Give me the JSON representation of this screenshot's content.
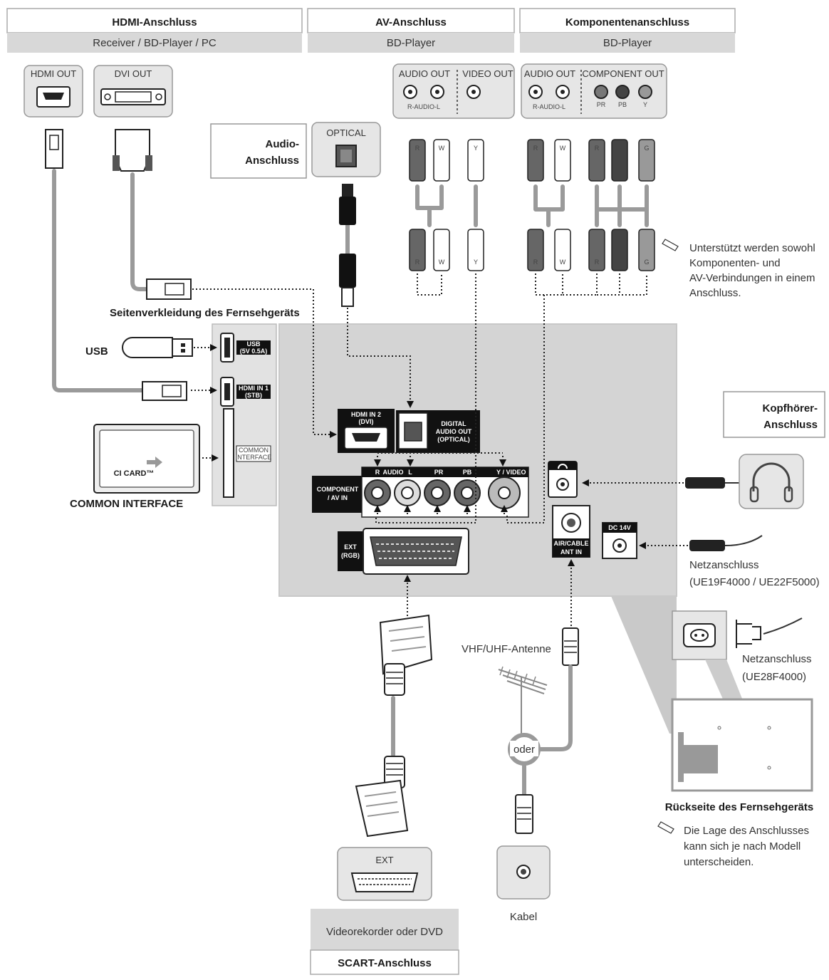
{
  "headers": {
    "hdmi": {
      "title": "HDMI-Anschluss",
      "subtitle": "Receiver / BD-Player / PC"
    },
    "av": {
      "title": "AV-Anschluss",
      "subtitle": "BD-Player"
    },
    "component": {
      "title": "Komponentenanschluss",
      "subtitle": "BD-Player"
    }
  },
  "devices": {
    "hdmi_out": "HDMI OUT",
    "dvi_out": "DVI OUT",
    "audio_out": "AUDIO OUT",
    "video_out": "VIDEO OUT",
    "component_out": "COMPONENT OUT",
    "r_audio_l": "R-AUDIO-L",
    "pr": "PR",
    "pb": "PB",
    "y": "Y",
    "optical": "OPTICAL"
  },
  "plugs": {
    "r": "R",
    "w": "W",
    "y": "Y",
    "b": "B",
    "g": "G"
  },
  "labels": {
    "audio_anschluss_line1": "Audio-",
    "audio_anschluss_line2": "Anschluss",
    "seitenverkleidung": "Seitenverkleidung des Fernsehgeräts",
    "usb": "USB",
    "ci_card": "CI CARD™",
    "common_interface": "COMMON INTERFACE",
    "kopfhoerer_line1": "Kopfhörer-",
    "kopfhoerer_line2": "Anschluss",
    "netz1_line1": "Netzanschluss",
    "netz1_line2": "(UE19F4000 / UE22F5000)",
    "netz2_line1": "Netzanschluss",
    "netz2_line2": "(UE28F4000)",
    "antenne": "VHF/UHF-Antenne",
    "oder": "oder",
    "kabel": "Kabel",
    "rueckseite": "Rückseite des Fernsehgeräts",
    "ext": "EXT",
    "videorekorder": "Videorekorder oder DVD",
    "scart": "SCART-Anschluss"
  },
  "notes": {
    "component_note": [
      "Unterstützt werden sowohl",
      "Komponenten- und",
      "AV-Verbindungen in einem",
      "Anschluss."
    ],
    "location_note": [
      "Die Lage des Anschlusses",
      "kann sich je nach Modell",
      "unterscheiden."
    ]
  },
  "tv_ports": {
    "usb_line1": "USB",
    "usb_line2": "(5V 0.5A)",
    "hdmi1_line1": "HDMI IN 1",
    "hdmi1_line2": "(STB)",
    "ci_line1": "COMMON",
    "ci_line2": "INTERFACE",
    "hdmi2_line1": "HDMI IN 2",
    "hdmi2_line2": "(DVI)",
    "digital_line1": "DIGITAL",
    "digital_line2": "AUDIO OUT",
    "digital_line3": "(OPTICAL)",
    "component_line1": "COMPONENT",
    "component_line2": "/ AV IN",
    "audio": "AUDIO",
    "video": "/ VIDEO",
    "jack_r": "R",
    "jack_l": "L",
    "jack_pr": "PR",
    "jack_pb": "PB",
    "jack_y": "Y",
    "ext_line1": "EXT",
    "ext_line2": "(RGB)",
    "air_line1": "AIR/CABLE",
    "air_line2": "ANT IN",
    "dc": "DC 14V"
  }
}
